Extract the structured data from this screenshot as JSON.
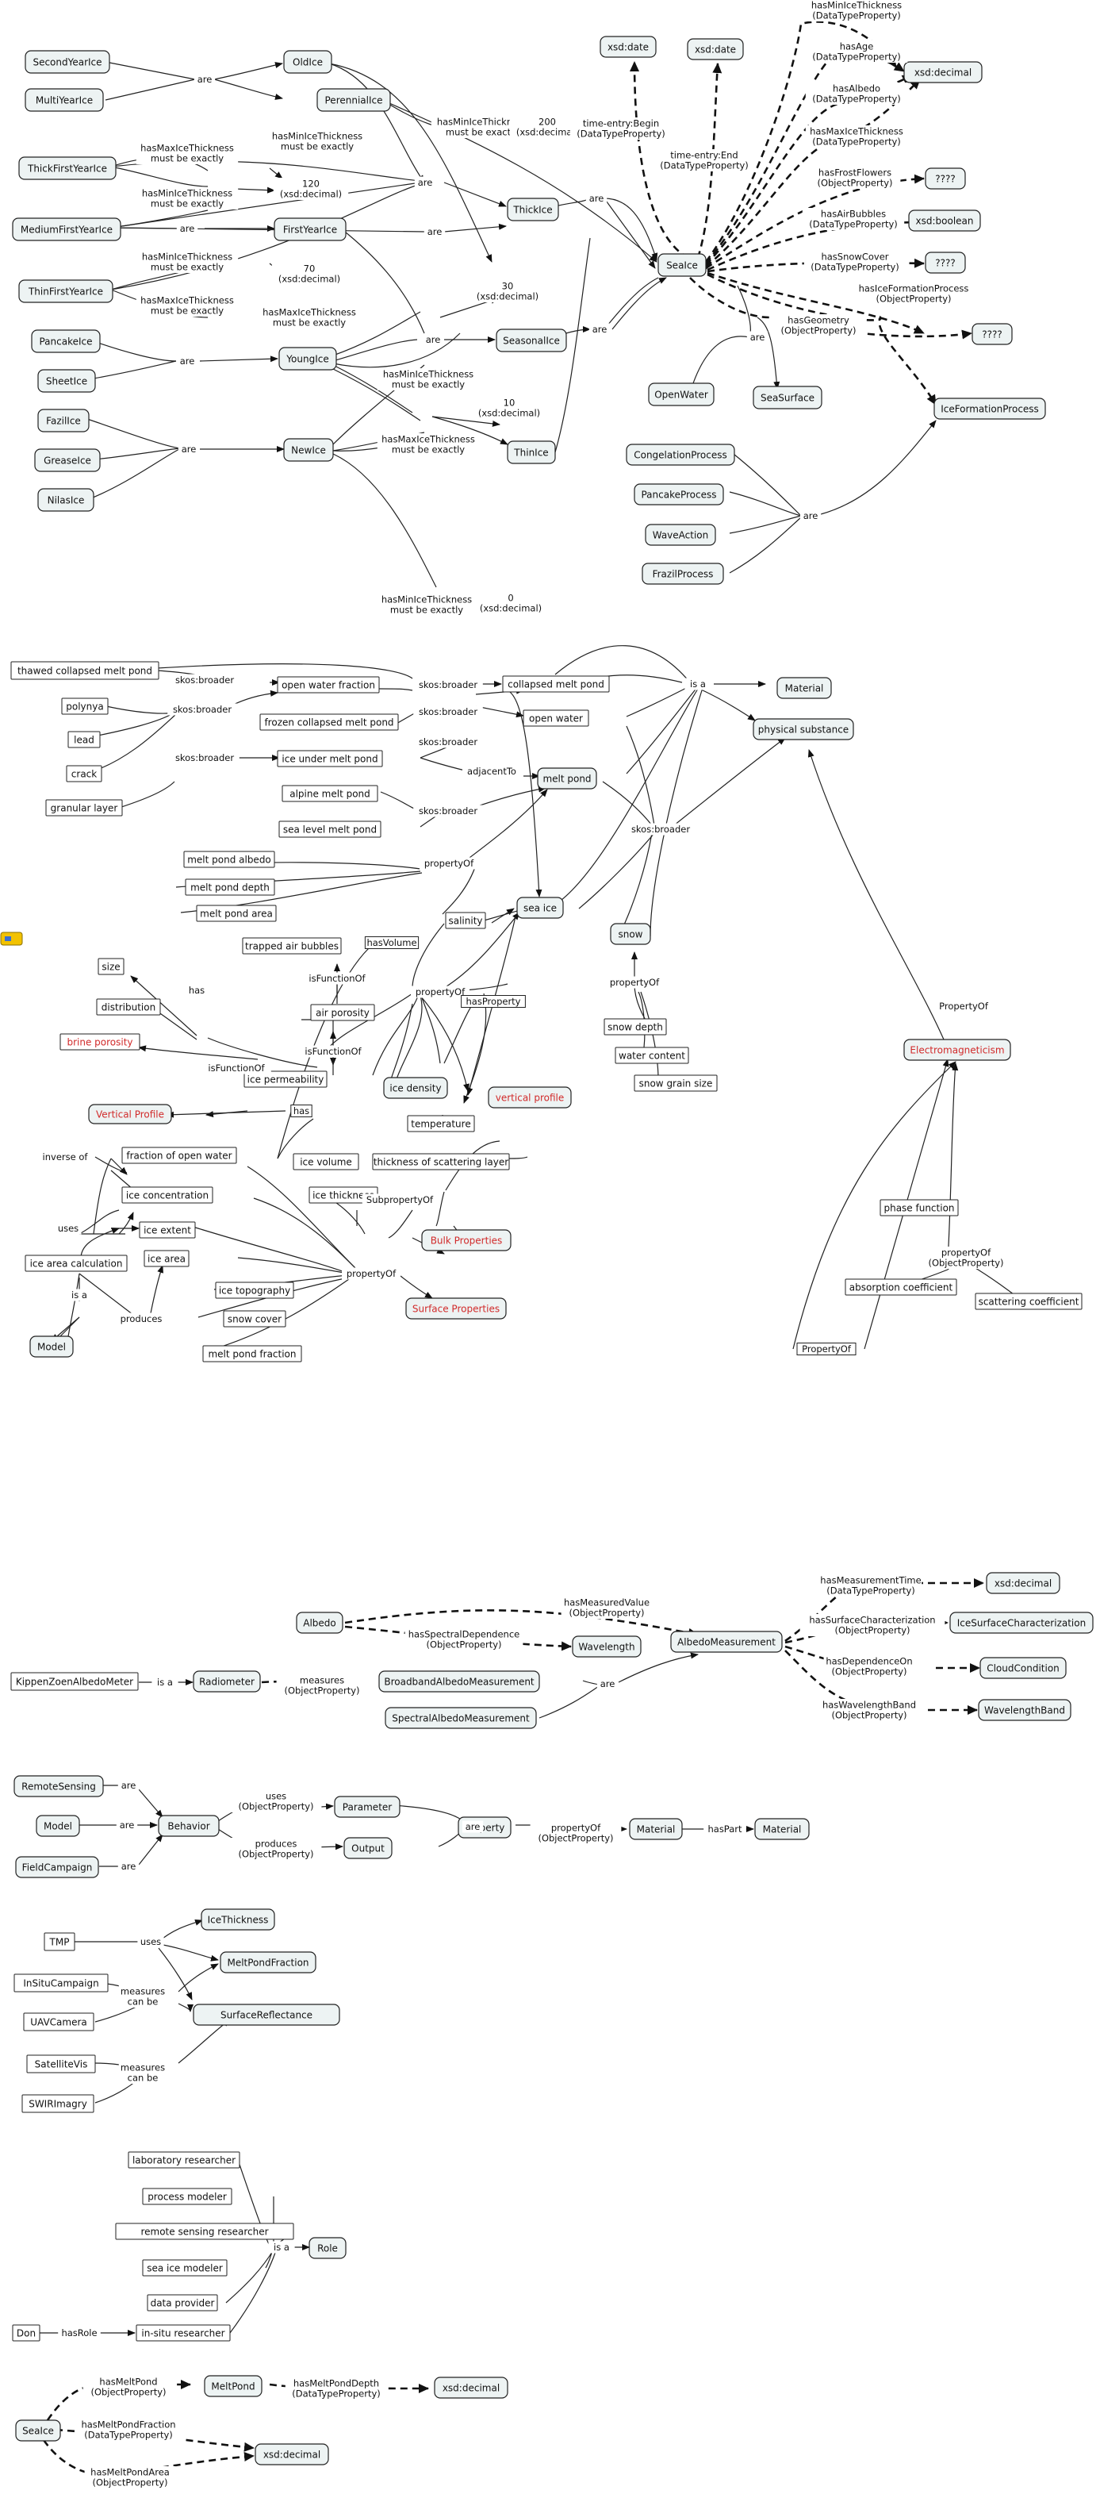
{
  "nodes": {
    "SecondYearIce": "SecondYearIce",
    "MultiYearIce": "MultiYearIce",
    "OldIce": "OldIce",
    "PerennialIce": "PerennialIce",
    "ThickFirstYearIce": "ThickFirstYearIce",
    "MediumFirstYearIce": "MediumFirstYearIce",
    "FirstYearIce": "FirstYearIce",
    "ThinFirstYearIce": "ThinFirstYearIce",
    "ThickIce": "ThickIce",
    "PancakeIce": "PancakeIce",
    "SheetIce": "SheetIce",
    "YoungIce": "YoungIce",
    "SeasonalIce": "SeasonalIce",
    "FazilIce": "FazilIce",
    "GreaseIce": "GreaseIce",
    "NilasIce": "NilasIce",
    "NewIce": "NewIce",
    "ThinIce": "ThinIce",
    "SeaIce": "SeaIce",
    "xsd_date_1": "xsd:date",
    "xsd_date_2": "xsd:date",
    "xsd_decimal_top": "xsd:decimal",
    "unk_1": "????",
    "xsd_boolean": "xsd:boolean",
    "unk_2": "????",
    "unk_3": "????",
    "OpenWater": "OpenWater",
    "SeaSurface": "SeaSurface",
    "IceFormationProcess": "IceFormationProcess",
    "CongelationProcess": "CongelationProcess",
    "PancakeProcess": "PancakeProcess",
    "WaveAction": "WaveAction",
    "FrazilProcess": "FrazilProcess",
    "thawed_collapsed_melt_pond": "thawed collapsed melt pond",
    "polynya": "polynya",
    "lead": "lead",
    "crack": "crack",
    "granular_layer": "granular layer",
    "open_water_fraction": "open water fraction",
    "frozen_collapsed_melt_pond": "frozen collapsed melt pond",
    "ice_under_melt_pond": "ice under melt pond",
    "alpine_melt_pond": "alpine melt pond",
    "sea_level_melt_pond": "sea level melt pond",
    "collapsed_melt_pond": "collapsed melt pond",
    "open_water": "open water",
    "melt_pond": "melt pond",
    "Material_1": "Material",
    "physical_substance": "physical substance",
    "melt_pond_albedo": "melt pond albedo",
    "melt_pond_depth": "melt pond depth",
    "melt_pond_area": "melt pond area",
    "salinity": "salinity",
    "sea_ice": "sea ice",
    "snow": "snow",
    "trapped_air_bubbles": "trapped air bubbles",
    "size": "size",
    "distribution": "distribution",
    "air_porosity": "air porosity",
    "brine_porosity": "brine porosity",
    "ice_permeability": "ice permeability",
    "Vertical_Profile": "Vertical Profile",
    "ice_density": "ice density",
    "vertical_profile": "vertical profile",
    "temperature": "temperature",
    "snow_depth": "snow depth",
    "water_content": "water content",
    "snow_grain_size": "snow grain size",
    "Electromagneticism": "Electromagneticism",
    "fraction_of_open_water": "fraction of open water",
    "ice_concentration": "ice concentration",
    "ice_extent": "ice extent",
    "ice_area_calculation": "ice area calculation",
    "ice_area": "ice area",
    "Model_1": "Model",
    "ice_volume": "ice volume",
    "thickness_of_scattering_layer": "thickness of scattering layer",
    "ice_thickness": "ice thickness",
    "Bulk_Properties": "Bulk Properties",
    "ice_topography": "ice topography",
    "snow_cover": "snow cover",
    "melt_pond_fraction": "melt pond fraction",
    "Surface_Properties": "Surface Properties",
    "phase_function": "phase function",
    "absorption_coefficient": "absorption coefficient",
    "scattering_coefficient": "scattering coefficient",
    "Albedo": "Albedo",
    "Wavelength": "Wavelength",
    "AlbedoMeasurement": "AlbedoMeasurement",
    "xsd_decimal_albedo": "xsd:decimal",
    "IceSurfaceCharacterization": "IceSurfaceCharacterization",
    "CloudCondition": "CloudCondition",
    "WavelengthBand": "WavelengthBand",
    "KippenZoenAlbedoMeter": "KippenZoenAlbedoMeter",
    "Radiometer": "Radiometer",
    "BroadbandAlbedoMeasurement": "BroadbandAlbedoMeasurement",
    "SpectralAlbedoMeasurement": "SpectralAlbedoMeasurement",
    "RemoteSensing": "RemoteSensing",
    "Model_2": "Model",
    "FieldCampaign": "FieldCampaign",
    "Behavior": "Behavior",
    "Parameter": "Parameter",
    "Output": "Output",
    "Property": "Property",
    "Material_2": "Material",
    "Material_3": "Material",
    "TMP": "TMP",
    "IceThickness": "IceThickness",
    "MeltPondFraction": "MeltPondFraction",
    "InSituCampaign": "InSituCampaign",
    "UAVCamera": "UAVCamera",
    "SurfaceReflectance": "SurfaceReflectance",
    "SatelliteVis": "SatelliteVis",
    "SWIRImagry": "SWIRImagry",
    "laboratory_researcher": "laboratory researcher",
    "process_modeler": "process modeler",
    "remote_sensing_researcher": "remote sensing researcher",
    "sea_ice_modeler": "sea ice modeler",
    "data_provider": "data provider",
    "Role": "Role",
    "Don": "Don",
    "in_situ_researcher": "in-situ researcher",
    "SeaIce_2": "SeaIce",
    "MeltPond": "MeltPond",
    "xsd_decimal_mp1": "xsd:decimal",
    "xsd_decimal_mp2": "xsd:decimal"
  },
  "labels": {
    "are": "are",
    "is_a": "is a",
    "has": "has",
    "uses": "uses",
    "produces": "produces",
    "inverse_of": "inverse of",
    "measures_can": "measures",
    "can_be": "can be",
    "hasPart": "hasPart",
    "hasRole": "hasRole",
    "skos_broader": "skos:broader",
    "adjacentTo": "adjacentTo",
    "propertyOf": "propertyOf",
    "PropertyOf": "PropertyOf",
    "isFunctionOf": "isFunctionOf",
    "hasVolume": "hasVolume",
    "hasProperty": "hasProperty",
    "SubpropertyOf": "SubpropertyOf",
    "hasMinIceThickness": "hasMinIceThickness",
    "hasMaxIceThickness": "hasMaxIceThickness",
    "must_be_exactly": "must be exactly",
    "xsd_decimal_paren": "(xsd:decimal)",
    "v200": "200",
    "v120": "120",
    "v70": "70",
    "v30": "30",
    "v10": "10",
    "v0": "0",
    "time_entry_begin": "time-entry:Begin",
    "time_entry_end": "time-entry:End",
    "datatype_property": "(DataTypeProperty)",
    "object_property": "(ObjectProperty)",
    "hasAge": "hasAge",
    "hasAlbedo": "hasAlbedo",
    "hasFrostFlowers": "hasFrostFlowers",
    "hasAirBubbles": "hasAirBubbles",
    "hasSnowCover": "hasSnowCover",
    "hasIceFormationProcess": "hasIceFormationProcess",
    "hasGeometry": "hasGeometry",
    "hasMeasuredValue": "hasMeasuredValue",
    "hasSpectralDependence": "hasSpectralDependence",
    "hasMeasurementTime": "hasMeasurementTime",
    "hasSurfaceCharacterization": "hasSurfaceCharacterization",
    "hasDependenceOn": "hasDependenceOn",
    "hasWavelengthBand": "hasWavelengthBand",
    "measures": "measures",
    "hasMeltPond": "hasMeltPond",
    "hasMeltPondDepth": "hasMeltPondDepth",
    "hasMeltPondFraction": "hasMeltPondFraction",
    "hasMeltPondArea": "hasMeltPondArea"
  },
  "colors": {
    "node_fill": "#edf3f3",
    "stroke": "#222222",
    "red_text": "#d12a2a",
    "icon": "#f2c200"
  },
  "icons": {
    "corner": "folder-icon"
  }
}
